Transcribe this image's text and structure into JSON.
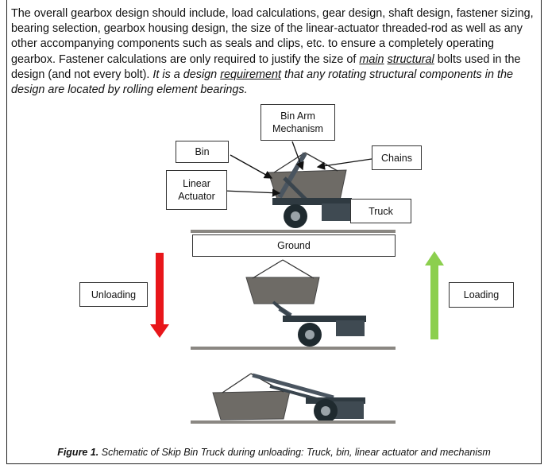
{
  "body_text": {
    "s1": "The overall gearbox design should include, load calculations, gear design, shaft design, fastener sizing, bearing selection, gearbox housing design, the size of the linear-actuator threaded-rod as well as any other accompanying components such as seals and clips, etc. to ensure a completely operating gearbox. Fastener calculations are only required to justify the size of ",
    "s1_em1": "main",
    "s1_space": " ",
    "s1_em2": "structural",
    "s2": " bolts used in the design (and not every bolt). ",
    "s3": "It is a design ",
    "s3_u": "requirement",
    "s4": " that any rotating structural components in the design are located by rolling element bearings."
  },
  "figure": {
    "labels": {
      "bin_arm": "Bin Arm Mechanism",
      "bin": "Bin",
      "linear_actuator": "Linear Actuator",
      "chains": "Chains",
      "truck": "Truck",
      "ground": "Ground",
      "unloading": "Unloading",
      "loading": "Loading"
    },
    "colors": {
      "bin": "#6e6b66",
      "truck_dark": "#1f2a2f",
      "truck_body": "#3f4a52",
      "unloading_arrow": "#e8161a",
      "loading_arrow": "#8ccf4e",
      "ground": "#8a8782"
    },
    "caption_bold": "Figure 1.",
    "caption_text": " Schematic of Skip Bin Truck during unloading: Truck, bin, linear actuator and mechanism"
  }
}
